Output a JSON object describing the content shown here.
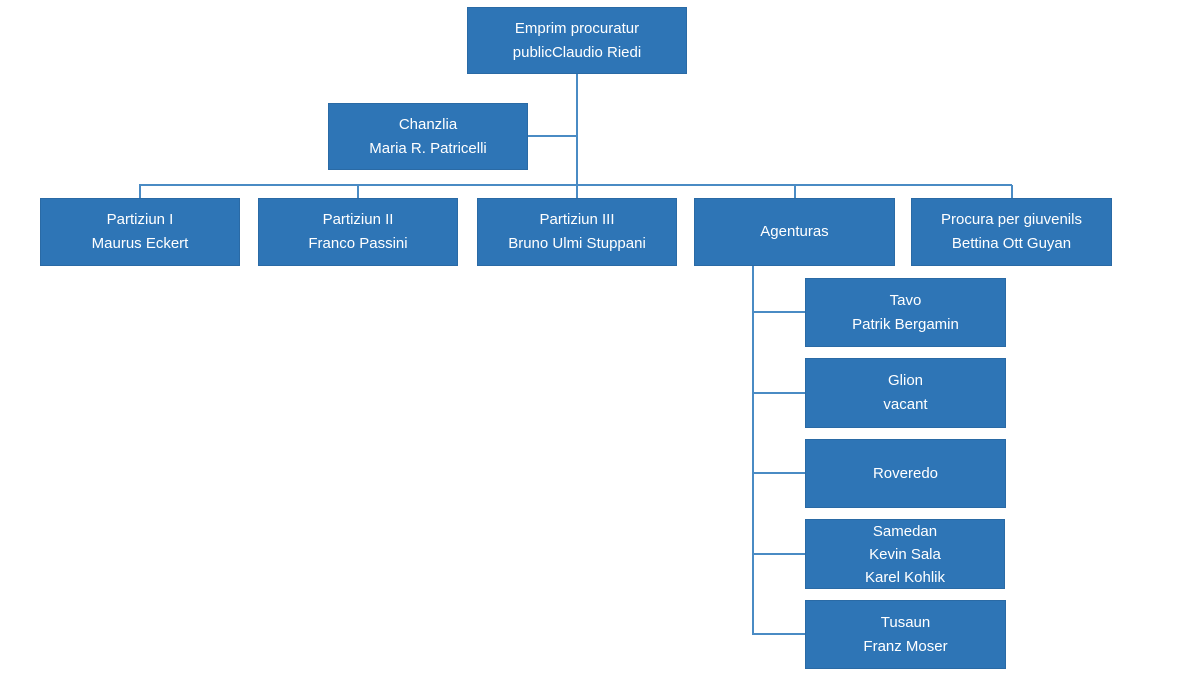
{
  "diagram": {
    "type": "org-chart",
    "colors": {
      "node_fill": "#2E75B6",
      "node_border": "#2A6AA5",
      "connector": "#4A8BC4",
      "text": "#FFFFFF",
      "background": "#FFFFFF"
    },
    "nodes": {
      "root": {
        "lines": [
          "Emprim procuratur",
          "publicClaudio Riedi"
        ]
      },
      "chanzlia": {
        "lines": [
          "Chanzlia",
          "Maria R. Patricelli"
        ]
      },
      "partiziun1": {
        "lines": [
          "Partiziun I",
          "Maurus Eckert"
        ]
      },
      "partiziun2": {
        "lines": [
          "Partiziun II",
          "Franco Passini"
        ]
      },
      "partiziun3": {
        "lines": [
          "Partiziun III",
          "Bruno Ulmi Stuppani"
        ]
      },
      "agenturas": {
        "lines": [
          "Agenturas"
        ]
      },
      "procura": {
        "lines": [
          "Procura per giuvenils",
          "Bettina Ott Guyan"
        ]
      },
      "tavo": {
        "lines": [
          "Tavo",
          "Patrik Bergamin"
        ]
      },
      "glion": {
        "lines": [
          "Glion",
          "vacant"
        ]
      },
      "roveredo": {
        "lines": [
          "Roveredo"
        ]
      },
      "samedan": {
        "lines": [
          "Samedan",
          "Kevin Sala",
          "Karel Kohlik"
        ]
      },
      "tusaun": {
        "lines": [
          "Tusaun",
          "Franz Moser"
        ]
      }
    },
    "structure": {
      "root_children": [
        "chanzlia (assistant)",
        "partiziun1",
        "partiziun2",
        "partiziun3",
        "agenturas",
        "procura"
      ],
      "agenturas_children": [
        "tavo",
        "glion",
        "roveredo",
        "samedan",
        "tusaun"
      ]
    }
  }
}
